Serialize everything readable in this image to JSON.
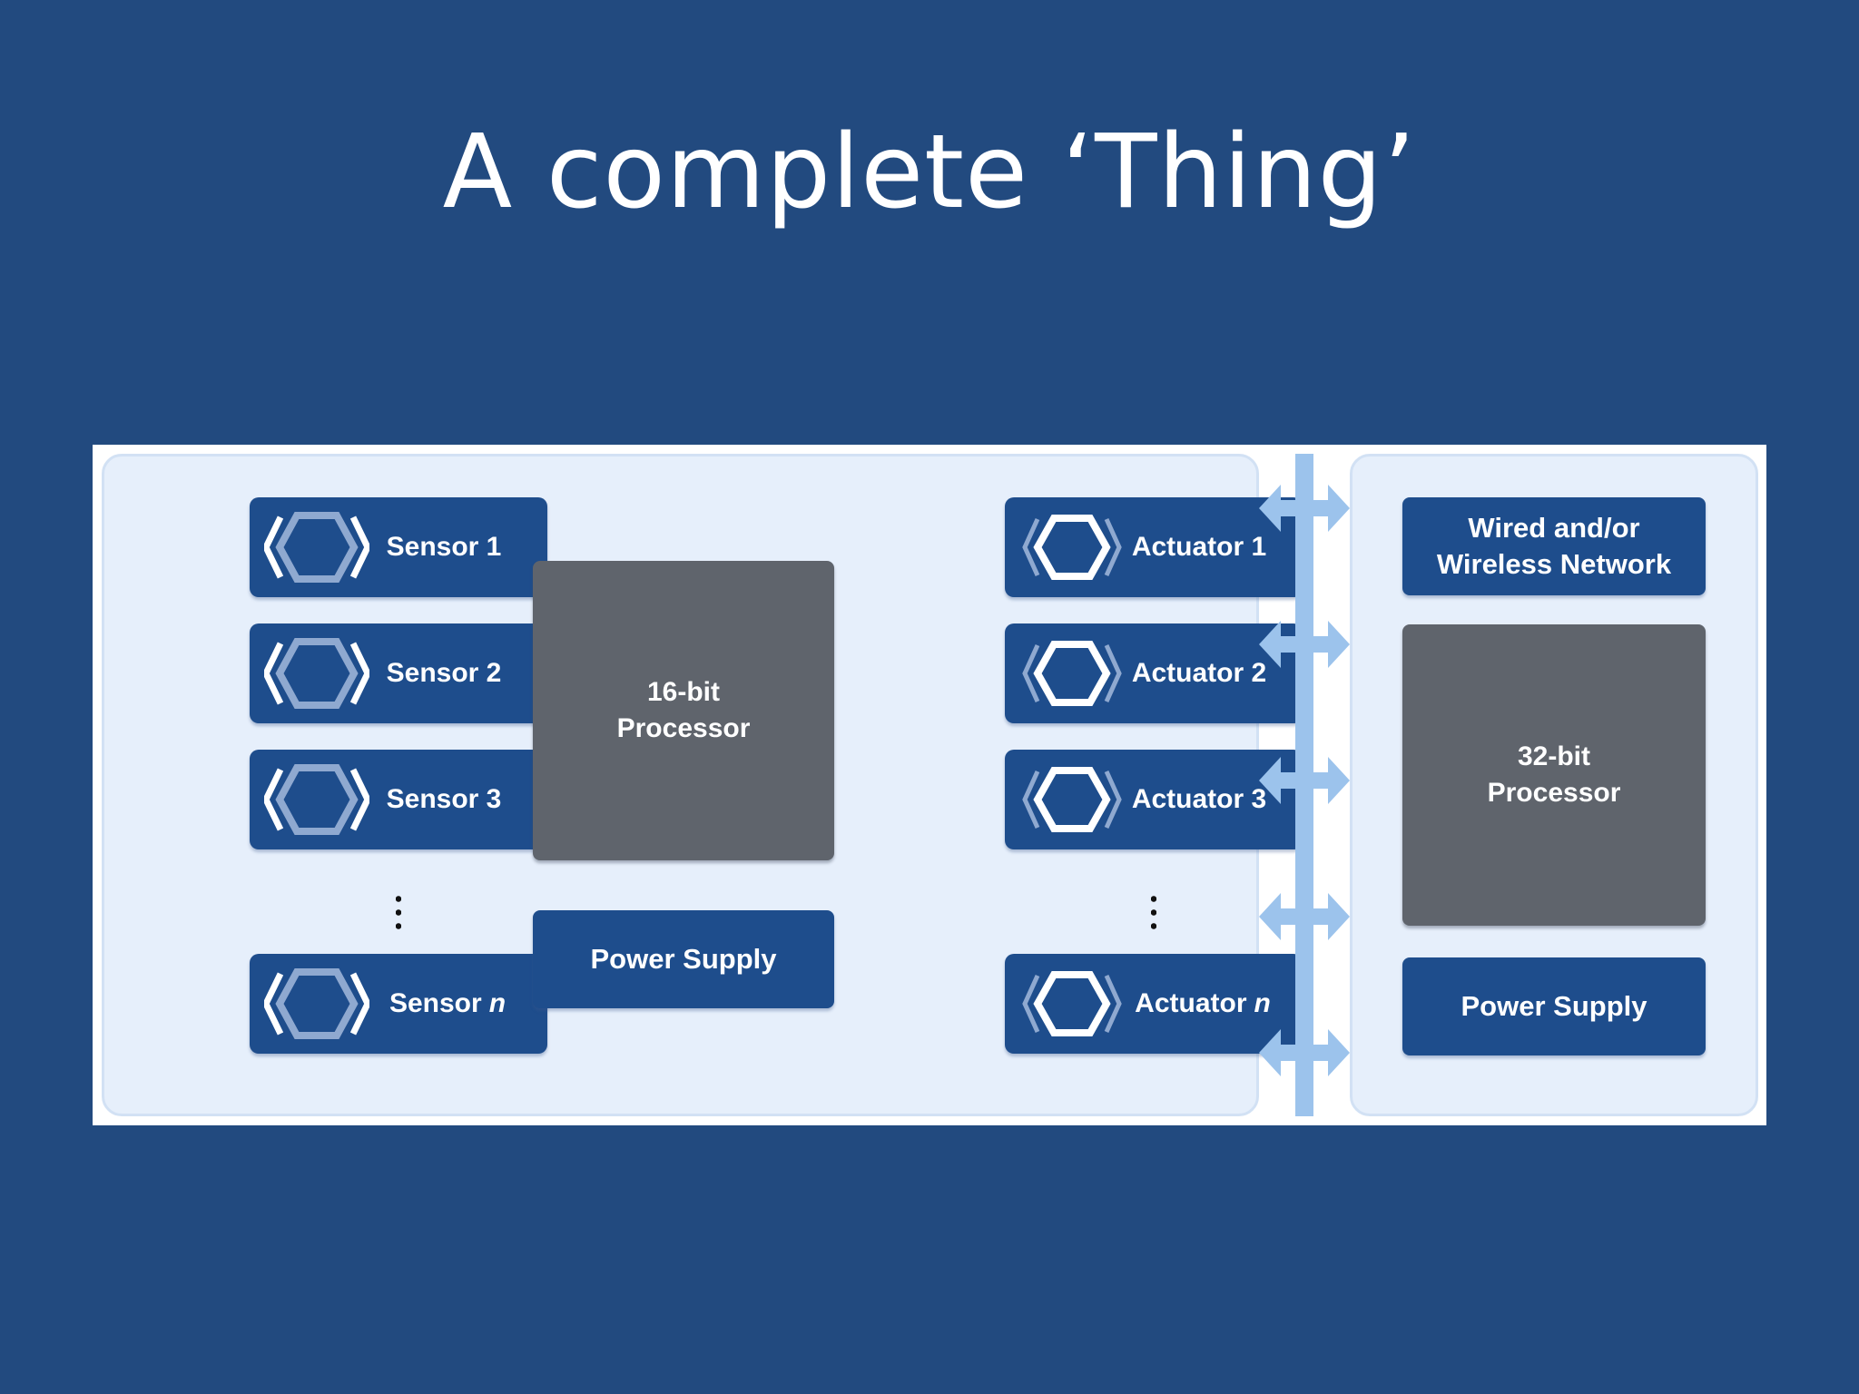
{
  "slide": {
    "title": "A complete ‘Thing’"
  },
  "diagram": {
    "sensors": [
      {
        "label": "Sensor 1",
        "suffix": ""
      },
      {
        "label": "Sensor 2",
        "suffix": ""
      },
      {
        "label": "Sensor 3",
        "suffix": ""
      },
      {
        "label": "Sensor",
        "suffix": "n"
      }
    ],
    "actuators": [
      {
        "label": "Actuator 1",
        "suffix": ""
      },
      {
        "label": "Actuator 2",
        "suffix": ""
      },
      {
        "label": "Actuator 3",
        "suffix": ""
      },
      {
        "label": "Actuator",
        "suffix": "n"
      }
    ],
    "processor16": {
      "line1": "16-bit",
      "line2": "Processor"
    },
    "power_left": "Power Supply",
    "network": {
      "line1": "Wired and/or",
      "line2": "Wireless Network"
    },
    "processor32": {
      "line1": "32-bit",
      "line2": "Processor"
    },
    "power_right": "Power Supply"
  },
  "colors": {
    "background": "#224a7f",
    "box_blue": "#1e4d8c",
    "processor_gray": "#5f646c",
    "panel": "#e6effb",
    "bus": "#9cc3ec",
    "icon_light": "#8fa9d0"
  },
  "icons": {
    "sensor": "sensor-hexagon-icon",
    "actuator": "actuator-hexagon-icon",
    "bus": "bidirectional-arrow-icon"
  }
}
